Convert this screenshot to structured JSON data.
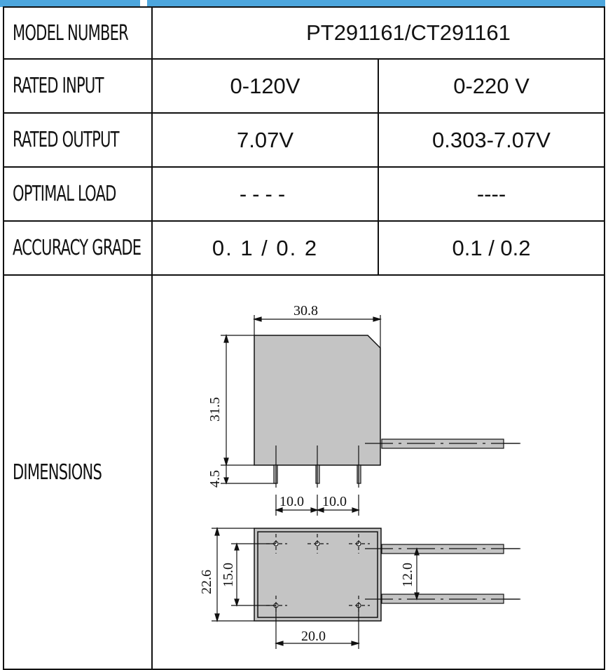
{
  "model": {
    "label": "MODEL NUMBER",
    "value": "PT291161/CT291161"
  },
  "rows": [
    {
      "label": "RATED INPUT",
      "left": "0-120V",
      "right": "0-220 V"
    },
    {
      "label": "RATED OUTPUT",
      "left": "7.07V",
      "right": "0.303-7.07V"
    },
    {
      "label": "OPTIMAL LOAD",
      "left": "----",
      "right": "----"
    },
    {
      "label": "ACCURACY GRADE",
      "left": "0. 1 / 0. 2",
      "right": "0.1 / 0.2"
    }
  ],
  "dimensions": {
    "label": "DIMENSIONS",
    "width": "30.8",
    "height": "31.5",
    "pin_length": "4.5",
    "pin_pitch_a": "10.0",
    "pin_pitch_b": "10.0",
    "depth": "22.6",
    "row_spacing": "15.0",
    "lead_spacing": "12.0",
    "pin_span": "20.0"
  },
  "colors": {
    "accent": "#4da6dd",
    "body": "#c4c4c4",
    "border": "#111111"
  }
}
